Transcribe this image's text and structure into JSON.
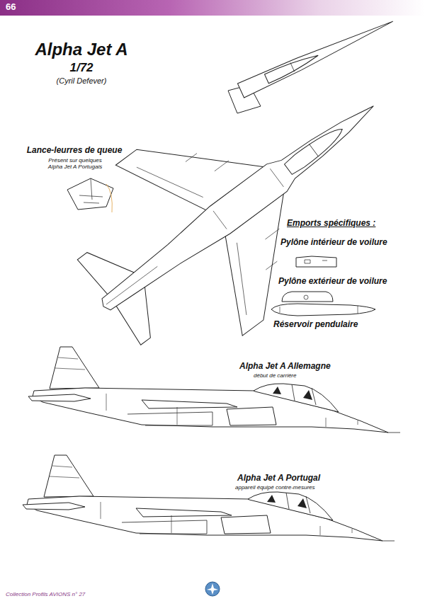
{
  "diagram": {
    "title": "Alpha Jet A",
    "labels": [
      "66",
      "1/72",
      "(Cyril Defever)",
      "Lance-leurres de queue",
      "Présent sur quelques Alpha Jet A Portugais",
      "Emports spécifiques :",
      "Pylône intérieur de voilure",
      "Pylône extérieur de voilure",
      "Réservoir pendulaire",
      "Alpha Jet A Allemagne",
      "début de carrière",
      "Alpha Jet A Portugal",
      "appareil équipé contre-mesures",
      "Collection Profils AVIONS n° 27"
    ]
  }
}
